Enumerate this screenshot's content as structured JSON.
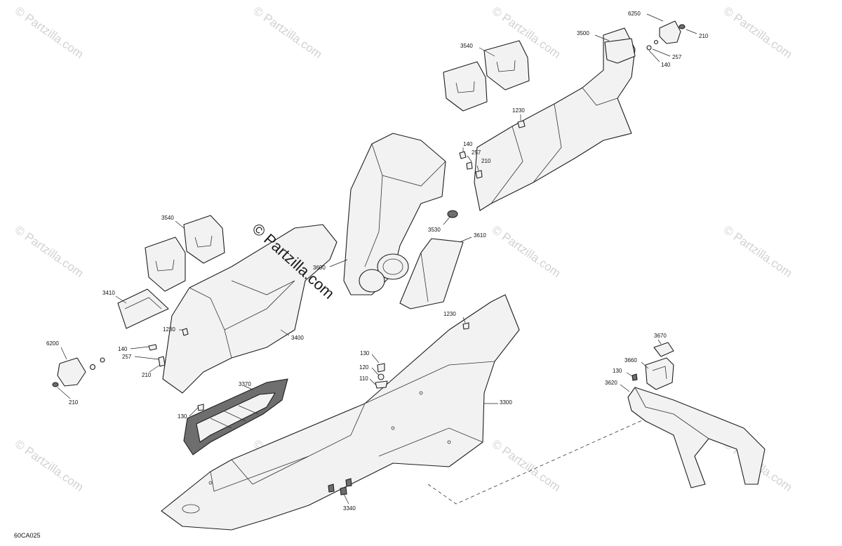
{
  "diagram_code": "60CA025",
  "watermark_text": "© Partzilla.com",
  "center_watermark_text": "© Partzilla.com",
  "callouts": [
    "6250",
    "210",
    "3500",
    "257",
    "140",
    "3540",
    "1230",
    "140",
    "257",
    "210",
    "3530",
    "3610",
    "3540",
    "3600",
    "3410",
    "1230",
    "3400",
    "6200",
    "140",
    "257",
    "210",
    "210",
    "1230",
    "130",
    "120",
    "110",
    "3670",
    "3660",
    "130",
    "3620",
    "3370",
    "130",
    "3300",
    "3340"
  ]
}
